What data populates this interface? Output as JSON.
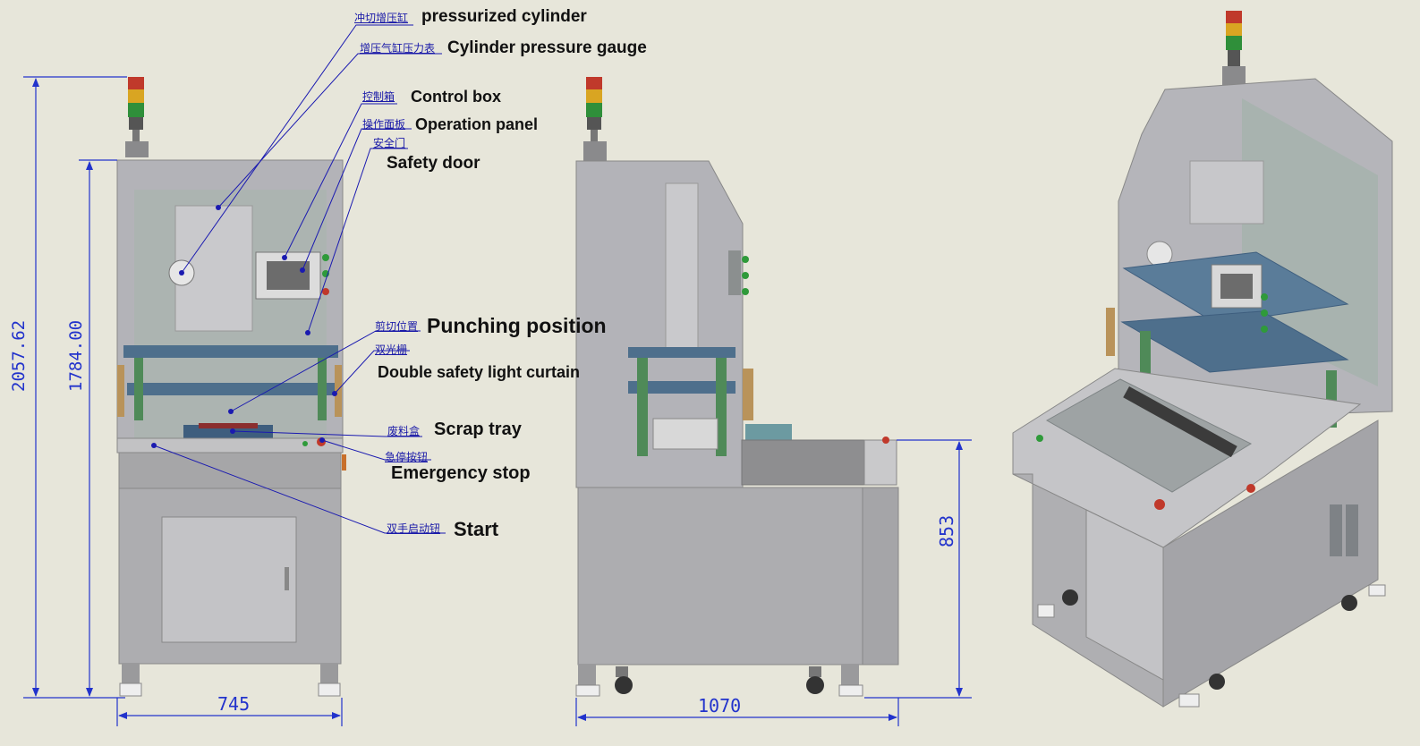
{
  "callouts": [
    {
      "cn": "冲切增压缸",
      "en": "pressurized cylinder"
    },
    {
      "cn": "增压气缸压力表",
      "en": "Cylinder pressure gauge"
    },
    {
      "cn": "控制箱",
      "en": "Control box"
    },
    {
      "cn": "操作面板",
      "en": "Operation panel"
    },
    {
      "cn": "安全门",
      "en": "Safety door"
    },
    {
      "cn": "剪切位置",
      "en": "Punching position"
    },
    {
      "cn": "双光栅",
      "en": "Double safety light curtain"
    },
    {
      "cn": "废料盒",
      "en": "Scrap tray"
    },
    {
      "cn": "急停按钮",
      "en": "Emergency stop"
    },
    {
      "cn": "双手启动钮",
      "en": "Start"
    }
  ],
  "dimensions": {
    "overall_height": "2057.62",
    "frame_height": "1784.00",
    "front_width": "745",
    "side_depth": "1070",
    "table_height": "853"
  },
  "colors": {
    "background": "#e7e6da",
    "dimension_line": "#2233cc",
    "leader_line": "#1a1ab0",
    "frame": "#a9a9ab",
    "blue_plate": "#4e6f8c",
    "column_green": "#4f8a58",
    "glass": "#b7c1bd"
  },
  "icons": [
    "signal-tower-icon",
    "emergency-stop-icon",
    "green-button-icon",
    "caster-wheel-icon",
    "leveling-foot-icon"
  ]
}
